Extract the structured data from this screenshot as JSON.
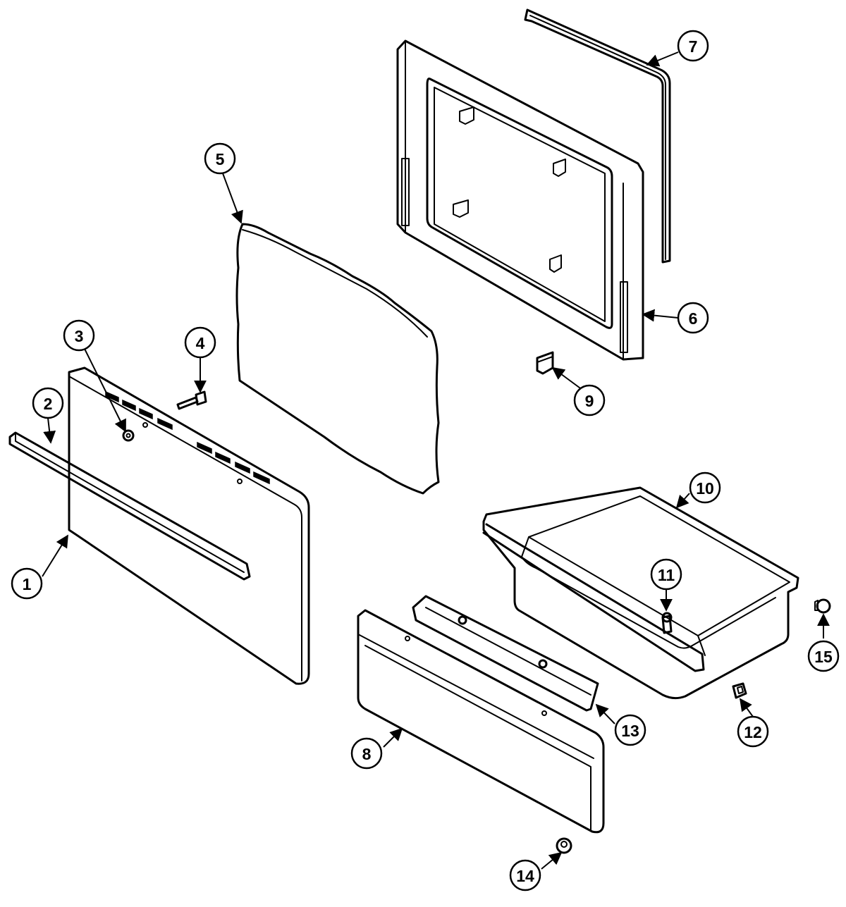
{
  "parts": [
    {
      "id": "part-1",
      "label": "1"
    },
    {
      "id": "part-2",
      "label": "2"
    },
    {
      "id": "part-3",
      "label": "3"
    },
    {
      "id": "part-4",
      "label": "4"
    },
    {
      "id": "part-5",
      "label": "5"
    },
    {
      "id": "part-6",
      "label": "6"
    },
    {
      "id": "part-7",
      "label": "7"
    },
    {
      "id": "part-8",
      "label": "8"
    },
    {
      "id": "part-9",
      "label": "9"
    },
    {
      "id": "part-10",
      "label": "10"
    },
    {
      "id": "part-11",
      "label": "11"
    },
    {
      "id": "part-12",
      "label": "12"
    },
    {
      "id": "part-13",
      "label": "13"
    },
    {
      "id": "part-14",
      "label": "14"
    },
    {
      "id": "part-15",
      "label": "15"
    }
  ]
}
